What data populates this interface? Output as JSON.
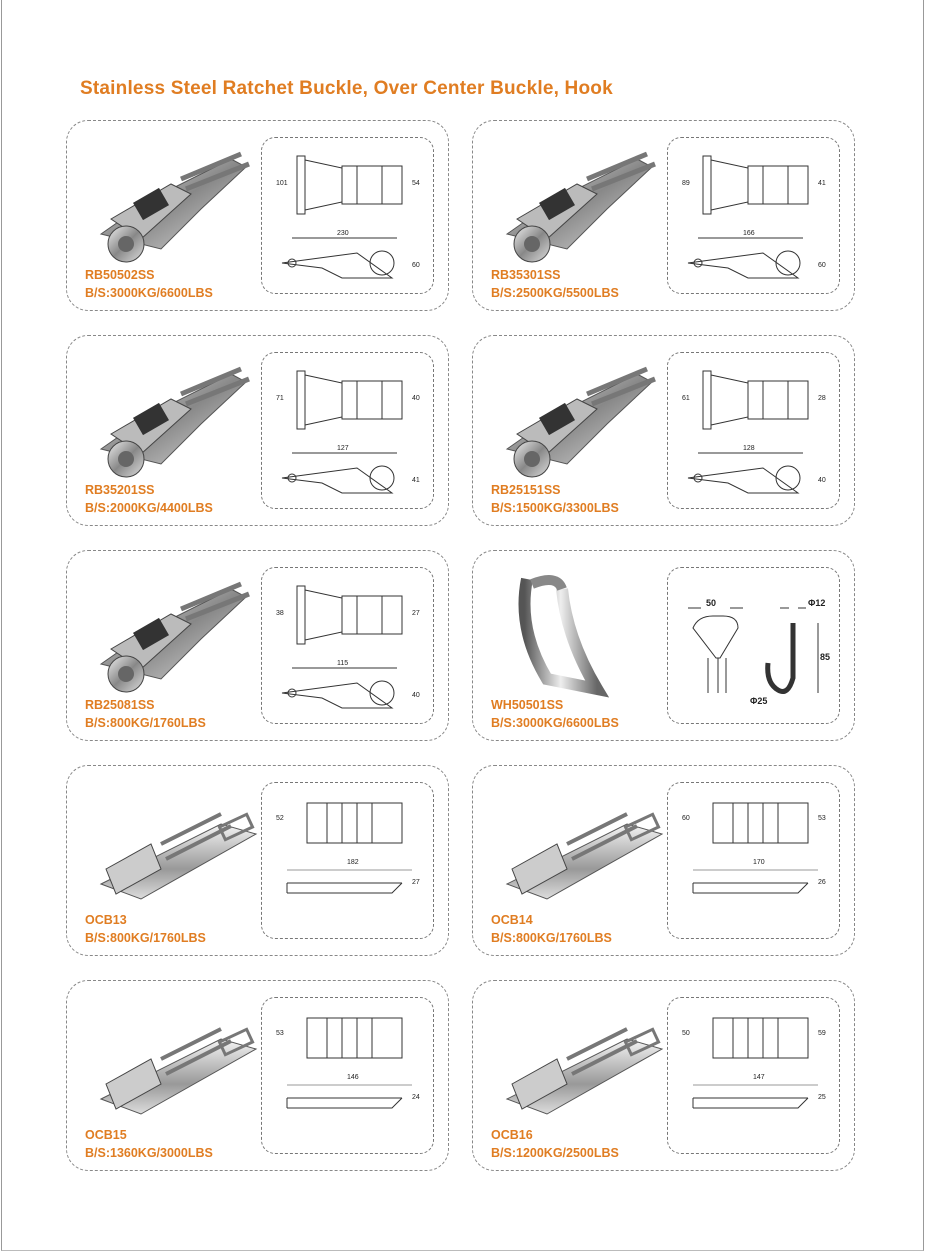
{
  "title": "Stainless Steel Ratchet  Buckle, Over Center  Buckle, Hook",
  "products": [
    {
      "model": "RB50502SS",
      "bs": "B/S:3000KG/6600LBS",
      "kind": "ratchet",
      "dims": [
        "101",
        "54",
        "230",
        "60"
      ]
    },
    {
      "model": "RB35301SS",
      "bs": "B/S:2500KG/5500LBS",
      "kind": "ratchet",
      "dims": [
        "89",
        "41",
        "166",
        "60"
      ]
    },
    {
      "model": "RB35201SS",
      "bs": "B/S:2000KG/4400LBS",
      "kind": "ratchet",
      "dims": [
        "71",
        "40",
        "127",
        "41"
      ]
    },
    {
      "model": "RB25151SS",
      "bs": "B/S:1500KG/3300LBS",
      "kind": "ratchet",
      "dims": [
        "61",
        "28",
        "128",
        "40"
      ]
    },
    {
      "model": "RB25081SS",
      "bs": "B/S:800KG/1760LBS",
      "kind": "ratchet",
      "dims": [
        "38",
        "27",
        "115",
        "40"
      ]
    },
    {
      "model": "WH50501SS",
      "bs": "B/S:3000KG/6600LBS",
      "kind": "hook",
      "dims": [
        "50",
        "Φ12",
        "85",
        "Φ25"
      ]
    },
    {
      "model": "OCB13",
      "bs": "B/S:800KG/1760LBS",
      "kind": "overcenter",
      "dims": [
        "52",
        "",
        "182",
        "27"
      ]
    },
    {
      "model": "OCB14",
      "bs": "B/S:800KG/1760LBS",
      "kind": "overcenter",
      "dims": [
        "60",
        "53",
        "170",
        "26"
      ]
    },
    {
      "model": "OCB15",
      "bs": "B/S:1360KG/3000LBS",
      "kind": "overcenter",
      "dims": [
        "53",
        "",
        "146",
        "24"
      ]
    },
    {
      "model": "OCB16",
      "bs": "B/S:1200KG/2500LBS",
      "kind": "overcenter",
      "dims": [
        "50",
        "59",
        "147",
        "25"
      ]
    }
  ]
}
